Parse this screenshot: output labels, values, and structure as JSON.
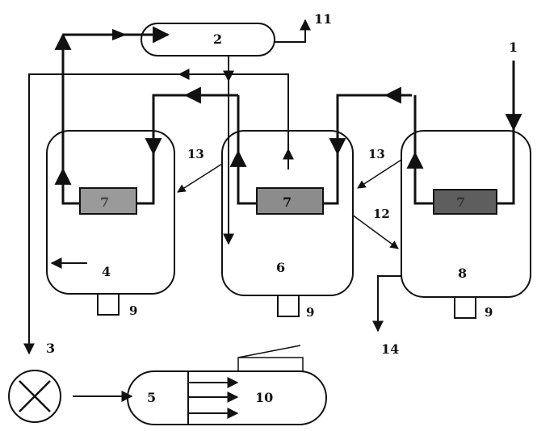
{
  "colors": {
    "ink": "#111111",
    "block_dark": "#5e5e5e",
    "block_light": "#9a9a9a",
    "paper": "#ffffff"
  },
  "labels": {
    "feed": "1",
    "separator": "2",
    "outlet_left": "3",
    "tank_a": "4",
    "receiver": "5",
    "tank_b": "6",
    "block_a": "7",
    "block_b": "7",
    "tank_c": "8",
    "block_c": "7",
    "support_a": "9",
    "support_b": "9",
    "support_c": "9",
    "receiver_section": "10",
    "gas_out": "11",
    "transfer": "12",
    "inlet_b": "13",
    "inlet_c": "13",
    "product": "14"
  }
}
